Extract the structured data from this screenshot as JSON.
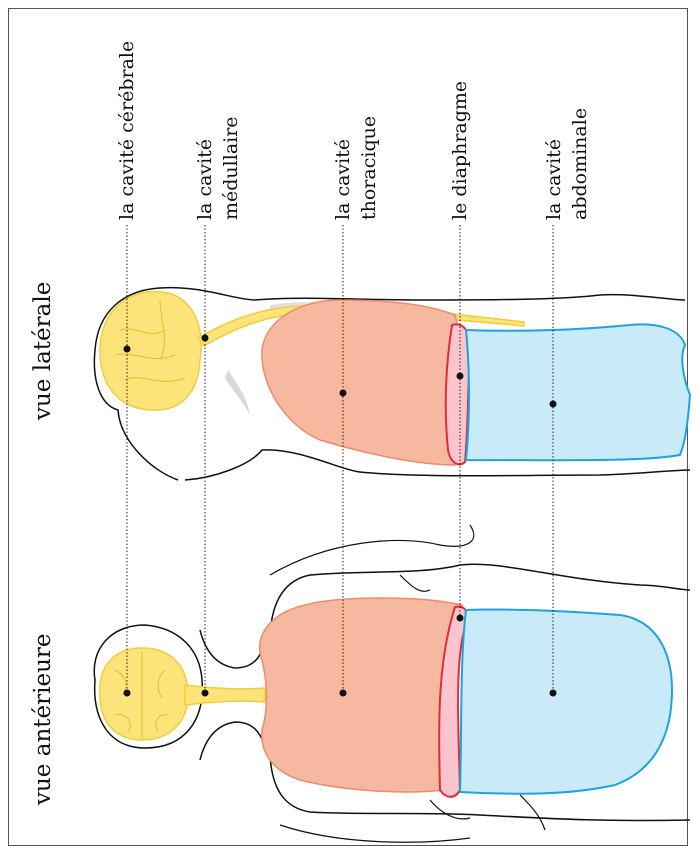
{
  "views": {
    "lateral": "vue latérale",
    "anterior": "vue antérieure"
  },
  "labels": {
    "cerebrale": [
      "la cavité cérébrale"
    ],
    "medullaire": [
      "la cavité",
      "médullaire"
    ],
    "thoracique": [
      "la cavité",
      "thoracique"
    ],
    "diaphragme": [
      "le diaphragme"
    ],
    "abdominale": [
      "la cavité",
      "abdominale"
    ]
  },
  "colors": {
    "nervous": "#fde47a",
    "nervous_stroke": "#f2cc3a",
    "thoracic": "#f7b8a0",
    "thoracic_stroke": "#ef8a6e",
    "diaphragm": "#f9c4cc",
    "diaphragm_stroke": "#e02b3a",
    "abdominal": "#c9eaf8",
    "abdominal_stroke": "#1ea3dc"
  }
}
